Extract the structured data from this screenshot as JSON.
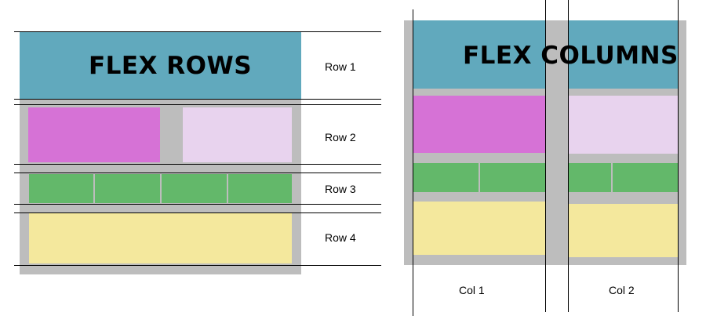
{
  "flex_rows": {
    "title": "FLEX ROWS",
    "row_labels": [
      "Row 1",
      "Row 2",
      "Row 3",
      "Row 4"
    ]
  },
  "flex_columns": {
    "title": "FLEX COLUMNS",
    "col_labels": [
      "Col 1",
      "Col 2"
    ]
  },
  "colors": {
    "gray": "#bdbdbd",
    "teal": "#61a9bd",
    "magenta": "#d672d6",
    "lavender": "#e8d3ee",
    "green": "#63b86a",
    "yellow": "#f4e89d"
  }
}
